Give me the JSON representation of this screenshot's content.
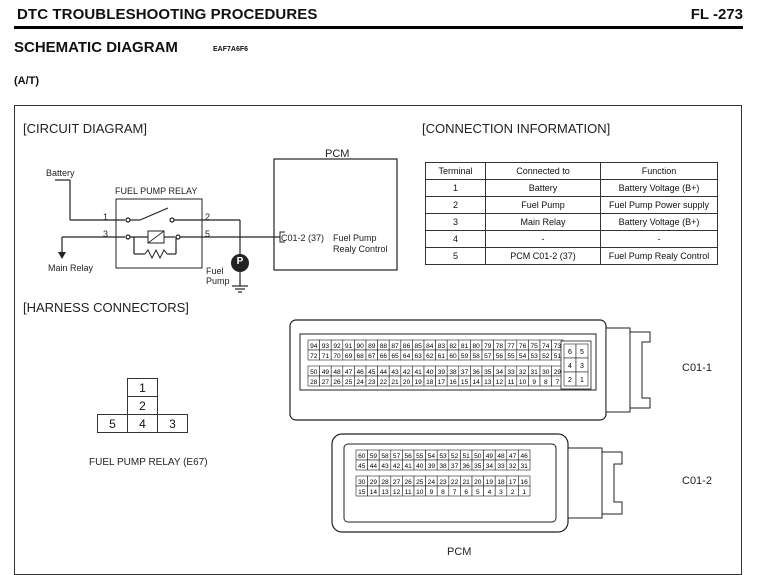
{
  "header": {
    "section_title": "DTC TROUBLESHOOTING PROCEDURES",
    "page_number": "FL -273"
  },
  "schematic": {
    "title": "SCHEMATIC DIAGRAM",
    "code": "EAF7A6F6",
    "variant": "(A/T)"
  },
  "circuit": {
    "section_title": "[CIRCUIT DIAGRAM]",
    "battery_label": "Battery",
    "relay_label": "FUEL PUMP RELAY",
    "main_relay_label": "Main Relay",
    "pcm_label": "PCM",
    "pcm_pin_label": "C01-2 (37)",
    "pcm_function_line1": "Fuel Pump",
    "pcm_function_line2": "Realy Control",
    "fuel_pump_label_line1": "Fuel",
    "fuel_pump_label_line2": "Pump",
    "pump_symbol": "P",
    "pins": [
      "1",
      "2",
      "3",
      "5"
    ]
  },
  "connection_info": {
    "section_title": "[CONNECTION INFORMATION]",
    "columns": [
      "Terminal",
      "Connected to",
      "Function"
    ],
    "rows": [
      [
        "1",
        "Battery",
        "Battery Voltage (B+)"
      ],
      [
        "2",
        "Fuel Pump",
        "Fuel Pump Power supply"
      ],
      [
        "3",
        "Main Relay",
        "Battery Voltage (B+)"
      ],
      [
        "4",
        "-",
        "-"
      ],
      [
        "5",
        "PCM C01-2 (37)",
        "Fuel Pump Realy Control"
      ]
    ]
  },
  "harness": {
    "section_title": "[HARNESS CONNECTORS]",
    "relay_connector_label": "FUEL PUMP RELAY (E67)",
    "relay_cells": [
      "1",
      "2",
      "5",
      "4",
      "3"
    ],
    "c01_1_label": "C01-1",
    "c01_2_label": "C01-2",
    "pcm_label": "PCM",
    "c01_1_rows": [
      [
        "94",
        "93",
        "92",
        "91",
        "90",
        "89",
        "88",
        "87",
        "86",
        "85",
        "84",
        "83",
        "82",
        "81",
        "80",
        "79",
        "78",
        "77",
        "76",
        "75",
        "74",
        "73"
      ],
      [
        "72",
        "71",
        "70",
        "69",
        "68",
        "67",
        "66",
        "65",
        "64",
        "63",
        "62",
        "61",
        "60",
        "59",
        "58",
        "57",
        "56",
        "55",
        "54",
        "53",
        "52",
        "51"
      ],
      [
        "50",
        "49",
        "48",
        "47",
        "46",
        "45",
        "44",
        "43",
        "42",
        "41",
        "40",
        "39",
        "38",
        "37",
        "36",
        "35",
        "34",
        "33",
        "32",
        "31",
        "30",
        "29"
      ],
      [
        "28",
        "27",
        "26",
        "25",
        "24",
        "23",
        "22",
        "21",
        "20",
        "19",
        "18",
        "17",
        "16",
        "15",
        "14",
        "13",
        "12",
        "11",
        "10",
        "9",
        "8",
        "7"
      ]
    ],
    "c01_1_side": [
      [
        "6",
        "5"
      ],
      [
        "4",
        "3"
      ],
      [
        "2",
        "1"
      ]
    ],
    "c01_2_rows": [
      [
        "60",
        "59",
        "58",
        "57",
        "56",
        "55",
        "54",
        "53",
        "52",
        "51",
        "50",
        "49",
        "48",
        "47",
        "46"
      ],
      [
        "45",
        "44",
        "43",
        "42",
        "41",
        "40",
        "39",
        "38",
        "37",
        "36",
        "35",
        "34",
        "33",
        "32",
        "31"
      ],
      [
        "30",
        "29",
        "28",
        "27",
        "26",
        "25",
        "24",
        "23",
        "22",
        "21",
        "20",
        "19",
        "18",
        "17",
        "16"
      ],
      [
        "15",
        "14",
        "13",
        "12",
        "11",
        "10",
        "9",
        "8",
        "7",
        "6",
        "5",
        "4",
        "3",
        "2",
        "1"
      ]
    ]
  }
}
